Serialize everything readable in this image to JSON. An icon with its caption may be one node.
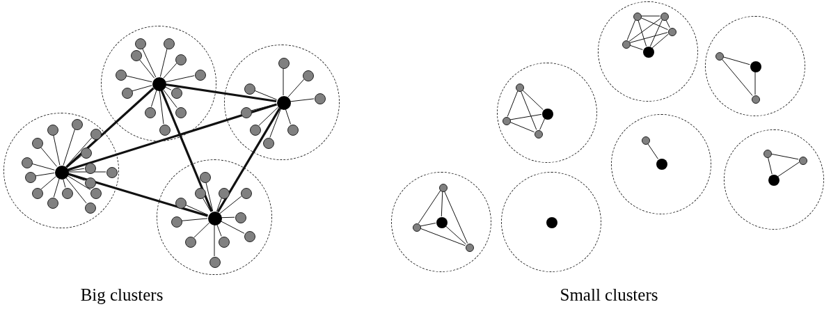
{
  "diagram": {
    "nodes": [
      {
        "text": [],
        "shape": "circle"
      },
      {
        "text": [],
        "shape": "dot",
        "in": 0
      },
      {
        "text": [],
        "shape": "circle",
        "in": 0
      },
      {
        "text": [],
        "shape": "circle",
        "in": 0
      },
      {
        "text": [],
        "shape": "circle",
        "in": 0
      },
      {
        "text": [],
        "shape": "circle",
        "in": 0
      },
      {
        "text": [],
        "shape": "circle",
        "in": 0
      },
      {
        "text": [],
        "shape": "circle",
        "in": 0
      },
      {
        "text": [],
        "shape": "circle",
        "in": 0
      },
      {
        "text": [],
        "shape": "circle",
        "in": 0
      },
      {
        "text": [],
        "shape": "circle",
        "in": 0
      },
      {
        "text": [],
        "shape": "circle",
        "in": 0
      },
      {
        "text": [],
        "shape": "circle",
        "in": 0
      },
      {
        "text": [],
        "shape": "circle",
        "in": 0
      },
      {
        "text": [],
        "shape": "circle",
        "in": 0
      },
      {
        "text": [],
        "shape": "circle",
        "in": 0
      },
      {
        "text": [],
        "shape": "circle",
        "in": 0
      },
      {
        "text": [],
        "shape": "circle"
      },
      {
        "text": [],
        "shape": "dot",
        "in": 17
      },
      {
        "text": [],
        "shape": "circle",
        "in": 17
      },
      {
        "text": [],
        "shape": "circle",
        "in": 17
      },
      {
        "text": [],
        "shape": "circle",
        "in": 17
      },
      {
        "text": [],
        "shape": "circle",
        "in": 17
      },
      {
        "text": [],
        "shape": "circle",
        "in": 17
      },
      {
        "text": [],
        "shape": "circle",
        "in": 17
      },
      {
        "text": [],
        "shape": "circle",
        "in": 17
      },
      {
        "text": [],
        "shape": "circle",
        "in": 17
      },
      {
        "text": [],
        "shape": "circle",
        "in": 17
      },
      {
        "text": [],
        "shape": "circle",
        "in": 17
      },
      {
        "text": [],
        "shape": "circle",
        "in": 17
      },
      {
        "text": [],
        "shape": "circle"
      },
      {
        "text": [],
        "shape": "dot",
        "in": 30
      },
      {
        "text": [],
        "shape": "circle",
        "in": 30
      },
      {
        "text": [],
        "shape": "circle",
        "in": 30
      },
      {
        "text": [],
        "shape": "circle",
        "in": 30
      },
      {
        "text": [],
        "shape": "circle",
        "in": 30
      },
      {
        "text": [],
        "shape": "circle",
        "in": 30
      },
      {
        "text": [],
        "shape": "circle",
        "in": 30
      },
      {
        "text": [],
        "shape": "circle",
        "in": 30
      },
      {
        "text": [],
        "shape": "circle",
        "in": 30
      },
      {
        "text": [],
        "shape": "circle"
      },
      {
        "text": [],
        "shape": "dot",
        "in": 40
      },
      {
        "text": [],
        "shape": "circle",
        "in": 40
      },
      {
        "text": [],
        "shape": "circle",
        "in": 40
      },
      {
        "text": [],
        "shape": "circle",
        "in": 40
      },
      {
        "text": [],
        "shape": "circle",
        "in": 40
      },
      {
        "text": [],
        "shape": "circle",
        "in": 40
      },
      {
        "text": [],
        "shape": "circle",
        "in": 40
      },
      {
        "text": [],
        "shape": "circle",
        "in": 40
      },
      {
        "text": [],
        "shape": "circle",
        "in": 40
      },
      {
        "text": [],
        "shape": "circle",
        "in": 40
      },
      {
        "text": [],
        "shape": "circle",
        "in": 40
      },
      {
        "text": [],
        "shape": "circle",
        "in": 40
      },
      {
        "text": [],
        "shape": "circle"
      },
      {
        "text": [],
        "shape": "dot",
        "in": 53
      },
      {
        "text": [],
        "shape": "circle",
        "in": 53
      },
      {
        "text": [],
        "shape": "circle",
        "in": 53
      },
      {
        "text": [],
        "shape": "circle",
        "in": 53
      },
      {
        "text": [],
        "shape": "circle"
      },
      {
        "text": [],
        "shape": "dot",
        "in": 58
      },
      {
        "text": [],
        "shape": "circle",
        "in": 58
      },
      {
        "text": [],
        "shape": "circle",
        "in": 58
      },
      {
        "text": [],
        "shape": "circle",
        "in": 58
      },
      {
        "text": [],
        "shape": "circle"
      },
      {
        "text": [],
        "shape": "dot",
        "in": 63
      },
      {
        "text": [],
        "shape": "circle"
      },
      {
        "text": [],
        "shape": "dot",
        "in": 65
      },
      {
        "text": [],
        "shape": "circle",
        "in": 65
      },
      {
        "text": [],
        "shape": "circle",
        "in": 65
      },
      {
        "text": [],
        "shape": "circle",
        "in": 65
      },
      {
        "text": [],
        "shape": "circle",
        "in": 65
      },
      {
        "text": [],
        "shape": "circle"
      },
      {
        "text": [],
        "shape": "dot",
        "in": 71
      },
      {
        "text": [],
        "shape": "circle",
        "in": 71
      },
      {
        "text": [],
        "shape": "circle"
      },
      {
        "text": [],
        "shape": "dot",
        "in": 74
      },
      {
        "text": [],
        "shape": "circle",
        "in": 74
      },
      {
        "text": [],
        "shape": "circle",
        "in": 74
      },
      {
        "text": [],
        "shape": "circle"
      },
      {
        "text": [],
        "shape": "dot",
        "in": 78
      },
      {
        "text": [],
        "shape": "circle",
        "in": 78
      },
      {
        "text": [],
        "shape": "circle",
        "in": 78
      }
    ],
    "edges": [
      {
        "from": 1,
        "to": 2,
        "arrow": "none"
      },
      {
        "from": 1,
        "to": 3,
        "arrow": "none"
      },
      {
        "from": 1,
        "to": 4,
        "arrow": "none"
      },
      {
        "from": 1,
        "to": 5,
        "arrow": "none"
      },
      {
        "from": 1,
        "to": 6,
        "arrow": "none"
      },
      {
        "from": 1,
        "to": 7,
        "arrow": "none"
      },
      {
        "from": 1,
        "to": 8,
        "arrow": "none"
      },
      {
        "from": 1,
        "to": 9,
        "arrow": "none"
      },
      {
        "from": 1,
        "to": 10,
        "arrow": "none"
      },
      {
        "from": 1,
        "to": 11,
        "arrow": "none"
      },
      {
        "from": 1,
        "to": 12,
        "arrow": "none"
      },
      {
        "from": 1,
        "to": 13,
        "arrow": "none"
      },
      {
        "from": 1,
        "to": 14,
        "arrow": "none"
      },
      {
        "from": 1,
        "to": 15,
        "arrow": "none"
      },
      {
        "from": 1,
        "to": 16,
        "arrow": "none"
      },
      {
        "from": 18,
        "to": 19,
        "arrow": "none"
      },
      {
        "from": 18,
        "to": 20,
        "arrow": "none"
      },
      {
        "from": 18,
        "to": 21,
        "arrow": "none"
      },
      {
        "from": 18,
        "to": 22,
        "arrow": "none"
      },
      {
        "from": 18,
        "to": 23,
        "arrow": "none"
      },
      {
        "from": 18,
        "to": 24,
        "arrow": "none"
      },
      {
        "from": 18,
        "to": 25,
        "arrow": "none"
      },
      {
        "from": 18,
        "to": 26,
        "arrow": "none"
      },
      {
        "from": 18,
        "to": 27,
        "arrow": "none"
      },
      {
        "from": 18,
        "to": 28,
        "arrow": "none"
      },
      {
        "from": 18,
        "to": 29,
        "arrow": "none"
      },
      {
        "from": 31,
        "to": 32,
        "arrow": "none"
      },
      {
        "from": 31,
        "to": 33,
        "arrow": "none"
      },
      {
        "from": 31,
        "to": 34,
        "arrow": "none"
      },
      {
        "from": 31,
        "to": 35,
        "arrow": "none"
      },
      {
        "from": 31,
        "to": 36,
        "arrow": "none"
      },
      {
        "from": 31,
        "to": 37,
        "arrow": "none"
      },
      {
        "from": 31,
        "to": 38,
        "arrow": "none"
      },
      {
        "from": 31,
        "to": 39,
        "arrow": "none"
      },
      {
        "from": 41,
        "to": 42,
        "arrow": "none"
      },
      {
        "from": 41,
        "to": 43,
        "arrow": "none"
      },
      {
        "from": 41,
        "to": 44,
        "arrow": "none"
      },
      {
        "from": 41,
        "to": 45,
        "arrow": "none"
      },
      {
        "from": 41,
        "to": 46,
        "arrow": "none"
      },
      {
        "from": 41,
        "to": 47,
        "arrow": "none"
      },
      {
        "from": 41,
        "to": 48,
        "arrow": "none"
      },
      {
        "from": 41,
        "to": 49,
        "arrow": "none"
      },
      {
        "from": 41,
        "to": 50,
        "arrow": "none"
      },
      {
        "from": 41,
        "to": 51,
        "arrow": "none"
      },
      {
        "from": 41,
        "to": 52,
        "arrow": "none"
      },
      {
        "from": 1,
        "to": 18,
        "arrow": "none",
        "style": "thick"
      },
      {
        "from": 1,
        "to": 31,
        "arrow": "none",
        "style": "thick"
      },
      {
        "from": 1,
        "to": 41,
        "arrow": "none",
        "style": "thick"
      },
      {
        "from": 18,
        "to": 31,
        "arrow": "none",
        "style": "thick"
      },
      {
        "from": 18,
        "to": 41,
        "arrow": "none",
        "style": "thick"
      },
      {
        "from": 31,
        "to": 41,
        "arrow": "none",
        "style": "thick"
      },
      {
        "from": 55,
        "to": 54,
        "arrow": "none"
      },
      {
        "from": 55,
        "to": 56,
        "arrow": "none"
      },
      {
        "from": 55,
        "to": 57,
        "arrow": "none"
      },
      {
        "from": 56,
        "to": 54,
        "arrow": "none"
      },
      {
        "from": 56,
        "to": 57,
        "arrow": "none"
      },
      {
        "from": 54,
        "to": 57,
        "arrow": "none"
      },
      {
        "from": 60,
        "to": 59,
        "arrow": "none"
      },
      {
        "from": 60,
        "to": 61,
        "arrow": "none"
      },
      {
        "from": 60,
        "to": 62,
        "arrow": "none"
      },
      {
        "from": 61,
        "to": 59,
        "arrow": "none"
      },
      {
        "from": 61,
        "to": 62,
        "arrow": "none"
      },
      {
        "from": 62,
        "to": 59,
        "arrow": "none"
      },
      {
        "from": 67,
        "to": 68,
        "arrow": "none"
      },
      {
        "from": 67,
        "to": 70,
        "arrow": "none"
      },
      {
        "from": 67,
        "to": 66,
        "arrow": "none"
      },
      {
        "from": 67,
        "to": 69,
        "arrow": "none"
      },
      {
        "from": 68,
        "to": 70,
        "arrow": "none"
      },
      {
        "from": 68,
        "to": 66,
        "arrow": "none"
      },
      {
        "from": 68,
        "to": 69,
        "arrow": "none"
      },
      {
        "from": 70,
        "to": 69,
        "arrow": "none"
      },
      {
        "from": 70,
        "to": 66,
        "arrow": "none"
      },
      {
        "from": 69,
        "to": 66,
        "arrow": "none"
      },
      {
        "from": 73,
        "to": 72,
        "arrow": "none"
      },
      {
        "from": 76,
        "to": 75,
        "arrow": "none"
      },
      {
        "from": 76,
        "to": 77,
        "arrow": "none"
      },
      {
        "from": 75,
        "to": 77,
        "arrow": "none"
      },
      {
        "from": 80,
        "to": 81,
        "arrow": "none"
      },
      {
        "from": 80,
        "to": 79,
        "arrow": "none"
      },
      {
        "from": 81,
        "to": 79,
        "arrow": "none"
      }
    ],
    "labels": [
      "Big clusters",
      "Small clusters"
    ]
  }
}
